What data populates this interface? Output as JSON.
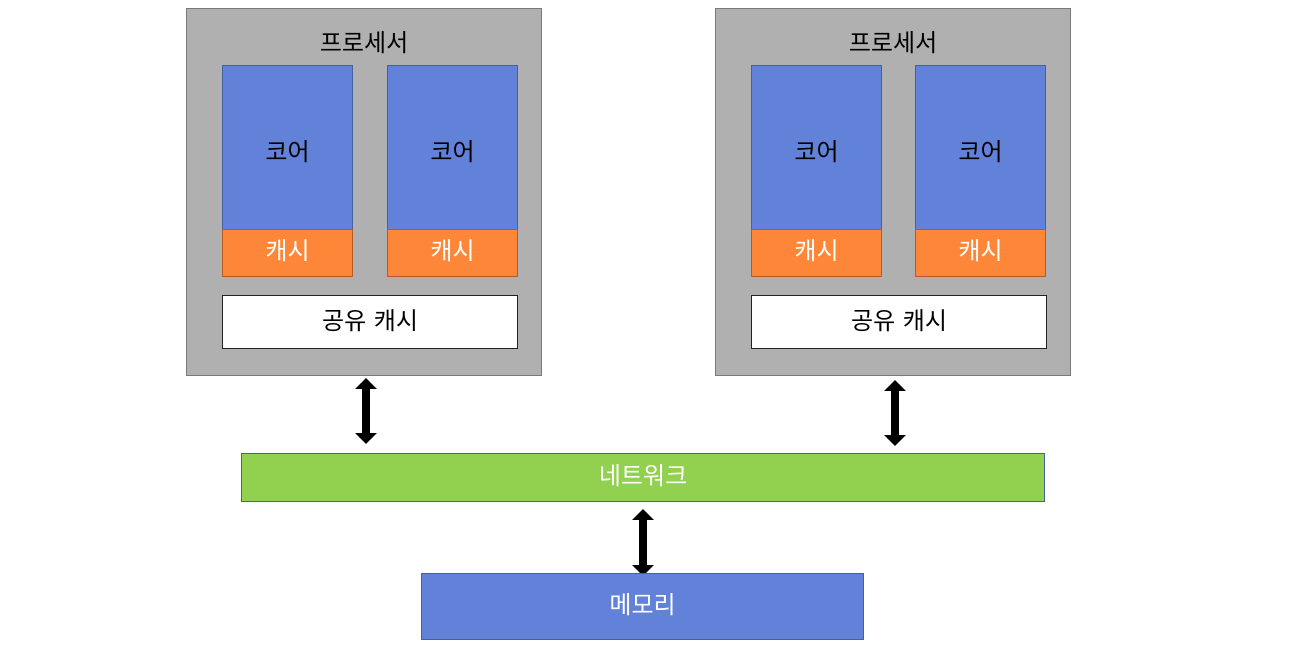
{
  "processors": [
    {
      "title": "프로세서",
      "cores": [
        {
          "label": "코어",
          "cache": "캐시"
        },
        {
          "label": "코어",
          "cache": "캐시"
        }
      ],
      "shared_cache": "공유 캐시"
    },
    {
      "title": "프로세서",
      "cores": [
        {
          "label": "코어",
          "cache": "캐시"
        },
        {
          "label": "코어",
          "cache": "캐시"
        }
      ],
      "shared_cache": "공유 캐시"
    }
  ],
  "network": {
    "label": "네트워크"
  },
  "memory": {
    "label": "메모리"
  },
  "colors": {
    "processor_bg": "#b0b0b0",
    "core": "#6281d8",
    "cache": "#fe8638",
    "network": "#92d050",
    "memory": "#6281d8"
  }
}
